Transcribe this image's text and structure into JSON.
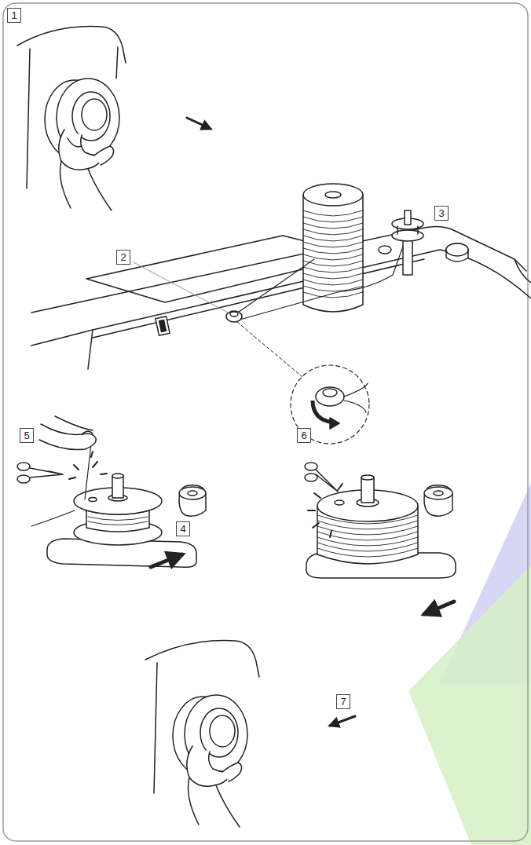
{
  "diagram": {
    "nodes": [
      {
        "text": [
          "1"
        ]
      },
      {
        "text": [
          "3"
        ]
      },
      {
        "text": [
          "2"
        ]
      },
      {
        "text": [
          "5"
        ]
      },
      {
        "text": [
          "6"
        ]
      },
      {
        "text": [
          "4"
        ]
      },
      {
        "text": [
          "7"
        ]
      }
    ]
  }
}
